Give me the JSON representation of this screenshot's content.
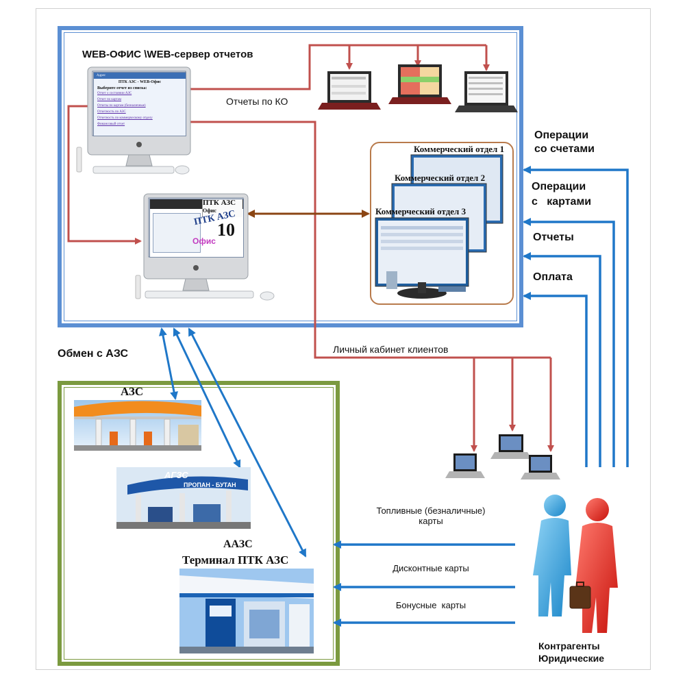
{
  "office": {
    "title": "WEB-ОФИС \\WEB-сервер отчетов",
    "ko_reports_label": "Отчеты  по КО",
    "web_window": {
      "address_label": "Адрес",
      "header": "ПТК АЗС - WEB-Офис",
      "prompt": "Выберите отчет из списка:",
      "links": [
        "Отчет о состоянии АЗС",
        "Отчет по картам",
        "Отчеты по картам (безналичные)",
        "Отчетность по АЗС",
        "Отчетность по коммерческому отделу",
        "Финансовый отчет"
      ]
    },
    "ptk_window": {
      "title_line1": "ПТК АЗС",
      "title_line2": "Офис",
      "logo_text": "ПТК АЗС",
      "version": "10",
      "sub_text": "Офис"
    },
    "departments": [
      "Коммерческий отдел 1",
      "Коммерческий отдел 2",
      "Коммерческий отдел 3"
    ]
  },
  "right_labels": {
    "accounts": [
      "Операции",
      "со счетами"
    ],
    "cards": [
      "Операции",
      "с   картами"
    ],
    "reports": "Отчеты",
    "payment": "Оплата"
  },
  "exchange_label": "Обмен с АЗС",
  "client_cabinet_label": "Личный кабинет клиентов",
  "stations": {
    "azs_label": "АЗС",
    "agzs_label": "АГЗС",
    "agzs_sign": "ПРОПАН - БУТАН",
    "aazs_label": "ААЗС",
    "terminal_label": "Терминал ПТК АЗС"
  },
  "card_flows": {
    "fuel_cards": [
      "Топливные (безналичные)",
      "карты"
    ],
    "discount_cards": "Дисконтные карты",
    "bonus_cards": "Бонусные  карты"
  },
  "counterparties": [
    "Контрагенты",
    "Юридические"
  ],
  "colors": {
    "office_border": "#5b8fd3",
    "azs_border": "#7b9a3f",
    "red_arrow": "#c0504d",
    "blue_arrow": "#1f77c8",
    "brown_arrow": "#8b4513"
  }
}
